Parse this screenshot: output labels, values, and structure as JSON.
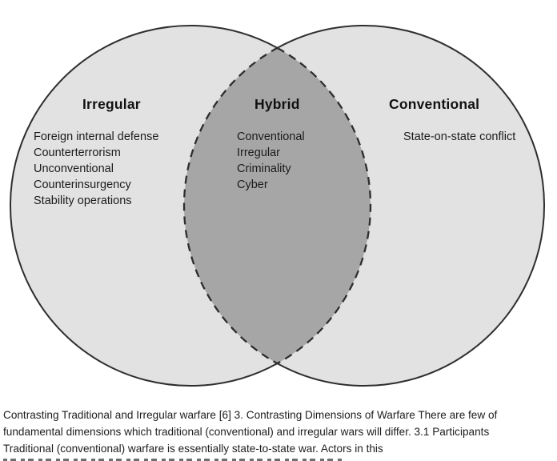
{
  "diagram": {
    "left": {
      "title": "Irregular",
      "items": [
        "Foreign internal defense",
        "Counterterrorism",
        "Unconventional",
        "Counterinsurgency",
        "Stability operations"
      ]
    },
    "middle": {
      "title": "Hybrid",
      "items": [
        "Conventional",
        "Irregular",
        "Criminality",
        "Cyber"
      ]
    },
    "right": {
      "title": "Conventional",
      "items": [
        "State-on-state conflict"
      ]
    },
    "colors": {
      "circle_fill": "#e2e2e2",
      "overlap_fill": "#a6a6a6",
      "outline": "#2e2e2e",
      "text": "#1b1b1b"
    }
  },
  "caption": {
    "lines": [
      "Contrasting Traditional and Irregular warfare [6] 3. Contrasting Dimensions of Warfare There are few of",
      "fundamental dimensions which traditional (conventional) and irregular wars will differ. 3.1 Participants",
      "Traditional (conventional) warfare is essentially state-to-state war. Actors in this"
    ]
  }
}
